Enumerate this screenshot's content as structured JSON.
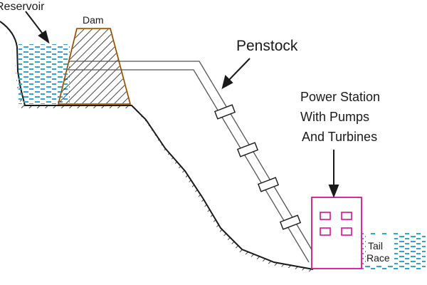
{
  "labels": {
    "reservoir": "Reservoir",
    "dam": "Dam",
    "penstock": "Penstock",
    "power_station_line1": "Power Station",
    "power_station_line2": "With Pumps",
    "power_station_line3": "And Turbines",
    "tail_race_line1": "Tail",
    "tail_race_line2": "Race"
  },
  "colors": {
    "water": "#29a8d8",
    "dam_outline": "#e8891e",
    "power_station": "#d4148c",
    "ground": "#1a1a1a"
  }
}
